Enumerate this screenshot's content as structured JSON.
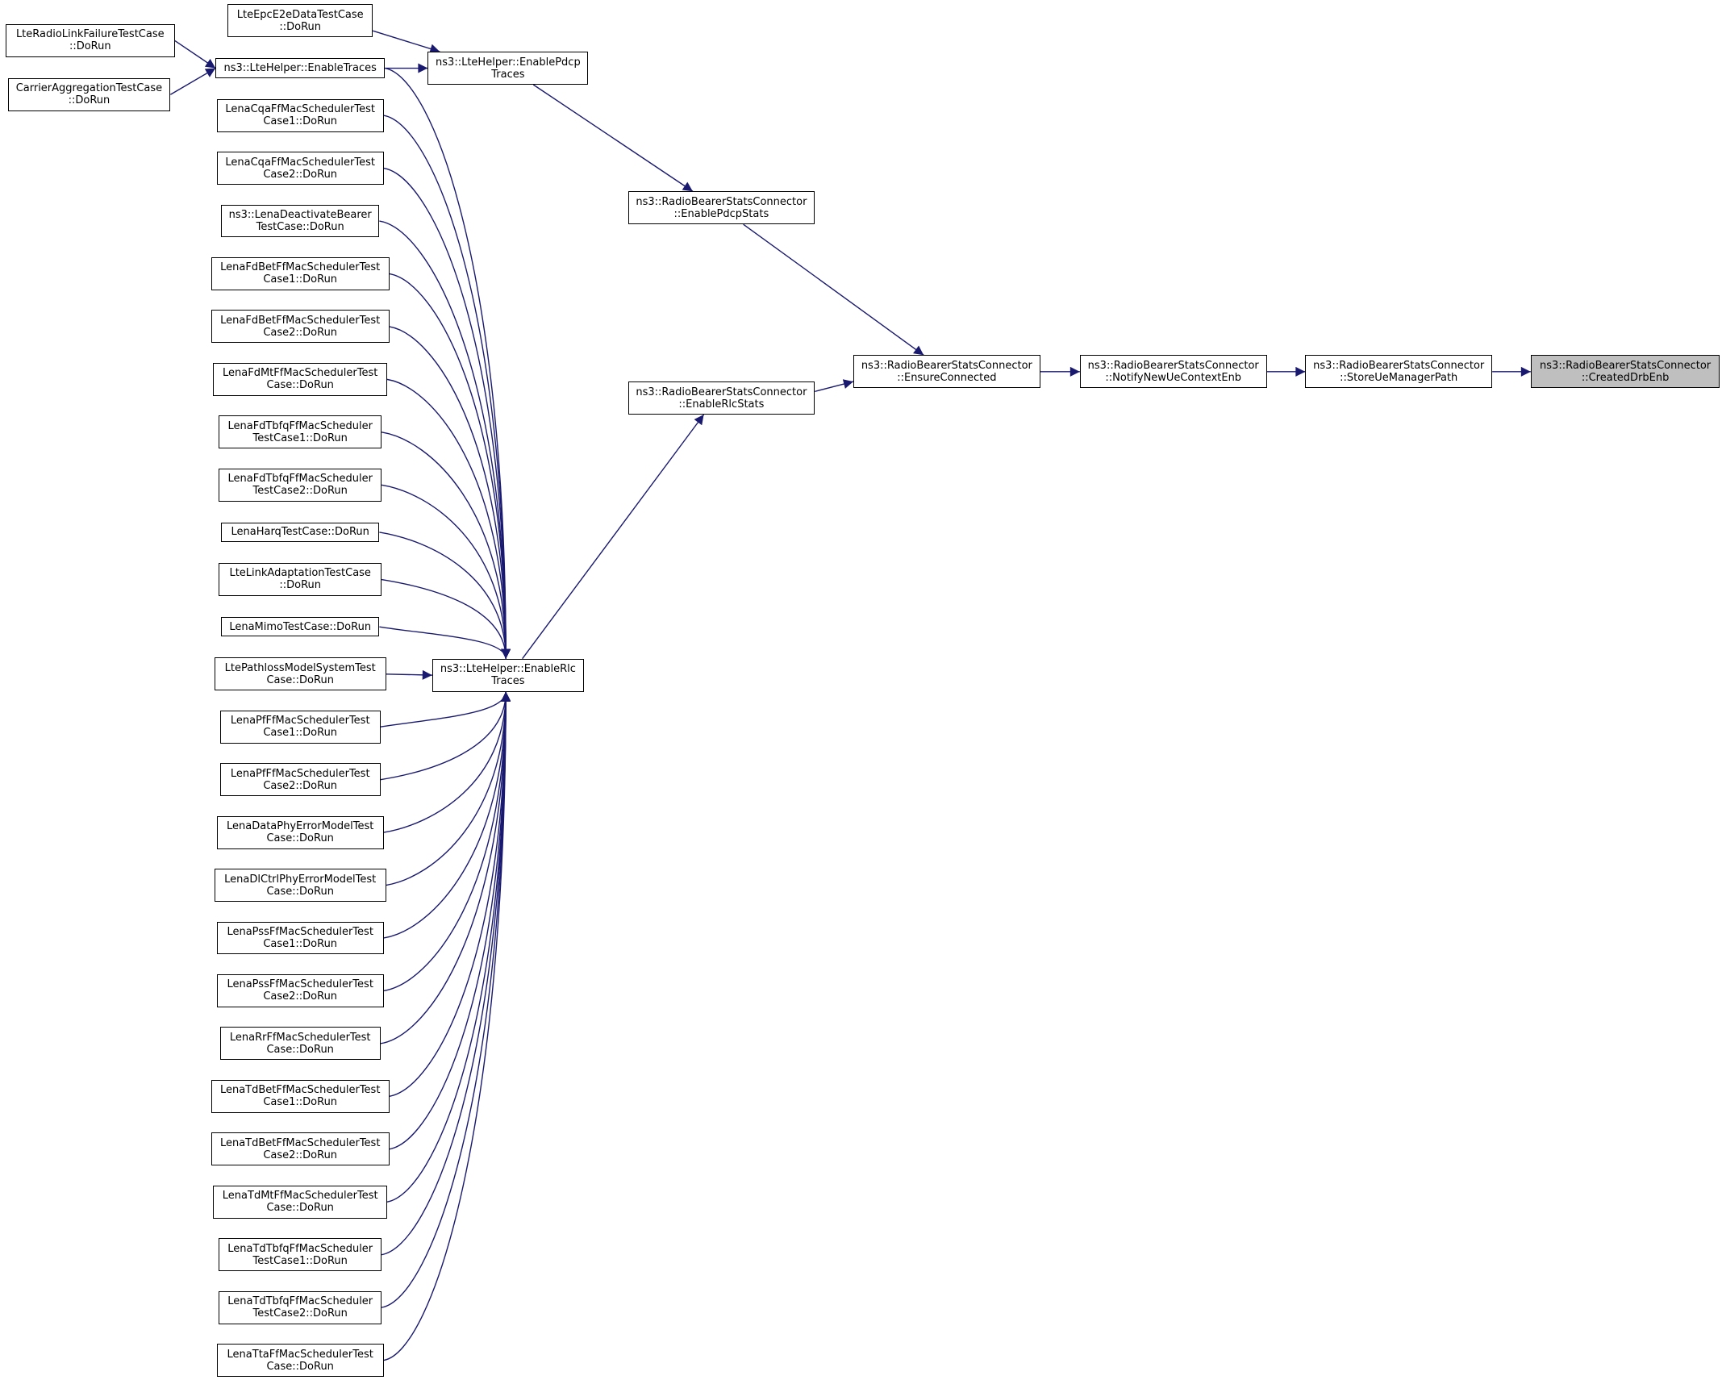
{
  "colors": {
    "edge": "#191970",
    "node_border": "#000000",
    "node_fill": "#ffffff",
    "highlight_fill": "#bfbfbf"
  },
  "nodes": [
    {
      "id": "createddrbenb",
      "lines": [
        "ns3::RadioBearerStatsConnector",
        "::CreatedDrbEnb"
      ],
      "highlight": true
    },
    {
      "id": "storeuemanagerpath",
      "lines": [
        "ns3::RadioBearerStatsConnector",
        "::StoreUeManagerPath"
      ]
    },
    {
      "id": "notifynewuecontextenb",
      "lines": [
        "ns3::RadioBearerStatsConnector",
        "::NotifyNewUeContextEnb"
      ]
    },
    {
      "id": "ensureconnected",
      "lines": [
        "ns3::RadioBearerStatsConnector",
        "::EnsureConnected"
      ]
    },
    {
      "id": "enablepdcpstats",
      "lines": [
        "ns3::RadioBearerStatsConnector",
        "::EnablePdcpStats"
      ]
    },
    {
      "id": "enablerlcstats",
      "lines": [
        "ns3::RadioBearerStatsConnector",
        "::EnableRlcStats"
      ]
    },
    {
      "id": "enablepdcptraces",
      "lines": [
        "ns3::LteHelper::EnablePdcp",
        "Traces"
      ]
    },
    {
      "id": "enablerlctraces",
      "lines": [
        "ns3::LteHelper::EnableRlc",
        "Traces"
      ]
    },
    {
      "id": "enabletraces",
      "lines": [
        "ns3::LteHelper::EnableTraces"
      ]
    },
    {
      "id": "epce2e",
      "lines": [
        "LteEpcE2eDataTestCase",
        "::DoRun"
      ]
    },
    {
      "id": "radiolink",
      "lines": [
        "LteRadioLinkFailureTestCase",
        "::DoRun"
      ]
    },
    {
      "id": "carrieragg",
      "lines": [
        "CarrierAggregationTestCase",
        "::DoRun"
      ]
    },
    {
      "id": "cqa1",
      "lines": [
        "LenaCqaFfMacSchedulerTest",
        "Case1::DoRun"
      ]
    },
    {
      "id": "cqa2",
      "lines": [
        "LenaCqaFfMacSchedulerTest",
        "Case2::DoRun"
      ]
    },
    {
      "id": "deactivate",
      "lines": [
        "ns3::LenaDeactivateBearer",
        "TestCase::DoRun"
      ]
    },
    {
      "id": "fdbet1",
      "lines": [
        "LenaFdBetFfMacSchedulerTest",
        "Case1::DoRun"
      ]
    },
    {
      "id": "fdbet2",
      "lines": [
        "LenaFdBetFfMacSchedulerTest",
        "Case2::DoRun"
      ]
    },
    {
      "id": "fdmt",
      "lines": [
        "LenaFdMtFfMacSchedulerTest",
        "Case::DoRun"
      ]
    },
    {
      "id": "fdtbfq1",
      "lines": [
        "LenaFdTbfqFfMacScheduler",
        "TestCase1::DoRun"
      ]
    },
    {
      "id": "fdtbfq2",
      "lines": [
        "LenaFdTbfqFfMacScheduler",
        "TestCase2::DoRun"
      ]
    },
    {
      "id": "harq",
      "lines": [
        "LenaHarqTestCase::DoRun"
      ]
    },
    {
      "id": "linkadapt",
      "lines": [
        "LteLinkAdaptationTestCase",
        "::DoRun"
      ]
    },
    {
      "id": "mimo",
      "lines": [
        "LenaMimoTestCase::DoRun"
      ]
    },
    {
      "id": "pathloss",
      "lines": [
        "LtePathlossModelSystemTest",
        "Case::DoRun"
      ]
    },
    {
      "id": "pf1",
      "lines": [
        "LenaPfFfMacSchedulerTest",
        "Case1::DoRun"
      ]
    },
    {
      "id": "pf2",
      "lines": [
        "LenaPfFfMacSchedulerTest",
        "Case2::DoRun"
      ]
    },
    {
      "id": "dataphy",
      "lines": [
        "LenaDataPhyErrorModelTest",
        "Case::DoRun"
      ]
    },
    {
      "id": "dlctrl",
      "lines": [
        "LenaDlCtrlPhyErrorModelTest",
        "Case::DoRun"
      ]
    },
    {
      "id": "pss1",
      "lines": [
        "LenaPssFfMacSchedulerTest",
        "Case1::DoRun"
      ]
    },
    {
      "id": "pss2",
      "lines": [
        "LenaPssFfMacSchedulerTest",
        "Case2::DoRun"
      ]
    },
    {
      "id": "rr",
      "lines": [
        "LenaRrFfMacSchedulerTest",
        "Case::DoRun"
      ]
    },
    {
      "id": "tdbet1",
      "lines": [
        "LenaTdBetFfMacSchedulerTest",
        "Case1::DoRun"
      ]
    },
    {
      "id": "tdbet2",
      "lines": [
        "LenaTdBetFfMacSchedulerTest",
        "Case2::DoRun"
      ]
    },
    {
      "id": "tdmt",
      "lines": [
        "LenaTdMtFfMacSchedulerTest",
        "Case::DoRun"
      ]
    },
    {
      "id": "tdtbfq1",
      "lines": [
        "LenaTdTbfqFfMacScheduler",
        "TestCase1::DoRun"
      ]
    },
    {
      "id": "tdtbfq2",
      "lines": [
        "LenaTdTbfqFfMacScheduler",
        "TestCase2::DoRun"
      ]
    },
    {
      "id": "tta",
      "lines": [
        "LenaTtaFfMacSchedulerTest",
        "Case::DoRun"
      ]
    }
  ],
  "edges": [
    [
      "storeuemanagerpath",
      "createddrbenb"
    ],
    [
      "notifynewuecontextenb",
      "storeuemanagerpath"
    ],
    [
      "ensureconnected",
      "notifynewuecontextenb"
    ],
    [
      "enablepdcpstats",
      "ensureconnected"
    ],
    [
      "enablerlcstats",
      "ensureconnected"
    ],
    [
      "enablepdcptraces",
      "enablepdcpstats"
    ],
    [
      "enablerlctraces",
      "enablerlcstats"
    ],
    [
      "enabletraces",
      "enablepdcptraces"
    ],
    [
      "epce2e",
      "enablepdcptraces"
    ],
    [
      "enabletraces",
      "enablerlctraces"
    ],
    [
      "radiolink",
      "enabletraces"
    ],
    [
      "carrieragg",
      "enabletraces"
    ],
    [
      "cqa1",
      "enablerlctraces"
    ],
    [
      "cqa2",
      "enablerlctraces"
    ],
    [
      "deactivate",
      "enablerlctraces"
    ],
    [
      "fdbet1",
      "enablerlctraces"
    ],
    [
      "fdbet2",
      "enablerlctraces"
    ],
    [
      "fdmt",
      "enablerlctraces"
    ],
    [
      "fdtbfq1",
      "enablerlctraces"
    ],
    [
      "fdtbfq2",
      "enablerlctraces"
    ],
    [
      "harq",
      "enablerlctraces"
    ],
    [
      "linkadapt",
      "enablerlctraces"
    ],
    [
      "mimo",
      "enablerlctraces"
    ],
    [
      "pathloss",
      "enablerlctraces"
    ],
    [
      "pf1",
      "enablerlctraces"
    ],
    [
      "pf2",
      "enablerlctraces"
    ],
    [
      "dataphy",
      "enablerlctraces"
    ],
    [
      "dlctrl",
      "enablerlctraces"
    ],
    [
      "pss1",
      "enablerlctraces"
    ],
    [
      "pss2",
      "enablerlctraces"
    ],
    [
      "rr",
      "enablerlctraces"
    ],
    [
      "tdbet1",
      "enablerlctraces"
    ],
    [
      "tdbet2",
      "enablerlctraces"
    ],
    [
      "tdmt",
      "enablerlctraces"
    ],
    [
      "tdtbfq1",
      "enablerlctraces"
    ],
    [
      "tdtbfq2",
      "enablerlctraces"
    ],
    [
      "tta",
      "enablerlctraces"
    ]
  ]
}
